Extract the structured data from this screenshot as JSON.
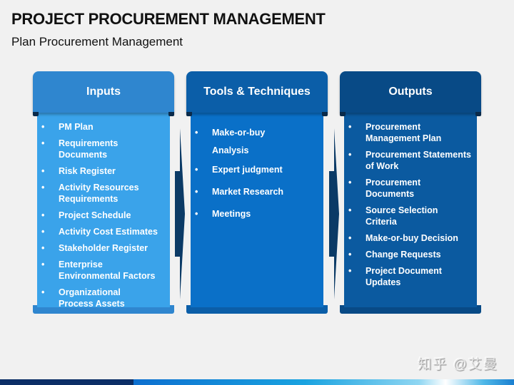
{
  "header": {
    "title": "PROJECT PROCUREMENT MANAGEMENT",
    "subtitle": "Plan Procurement Management"
  },
  "columns": [
    {
      "heading": "Inputs",
      "colors": {
        "head": "#2f86cf",
        "body": "#3aa3ea",
        "foot": "#2f86cf"
      },
      "items": [
        "PM Plan",
        "Requirements Documents",
        "Risk Register",
        "Activity Resources Requirements",
        "Project Schedule",
        "Activity Cost Estimates",
        "Stakeholder Register",
        "Enterprise Environmental Factors",
        "Organizational Process Assets"
      ]
    },
    {
      "heading": "Tools & Techniques",
      "colors": {
        "head": "#0b5ea8",
        "body": "#0a70c8",
        "foot": "#0b5ea8"
      },
      "items": [
        "Make-or-buy Analysis",
        "Expert judgment",
        "Market Research",
        "Meetings"
      ]
    },
    {
      "heading": "Outputs",
      "colors": {
        "head": "#084a86",
        "body": "#0b5aa0",
        "foot": "#084a86"
      },
      "items": [
        "Procurement Management Plan",
        "Procurement Statements of Work",
        "Procurement Documents",
        "Source Selection Criteria",
        "Make-or-buy Decision",
        "Change Requests",
        "Project Document Updates"
      ]
    }
  ],
  "arrows": {
    "color": "#0b3a66",
    "icon": "chevron-right-arrow"
  },
  "watermark": "知乎 @艾曼",
  "footer_bar": {
    "dark": "#0b2e66",
    "accent": "#1aa3e0"
  }
}
